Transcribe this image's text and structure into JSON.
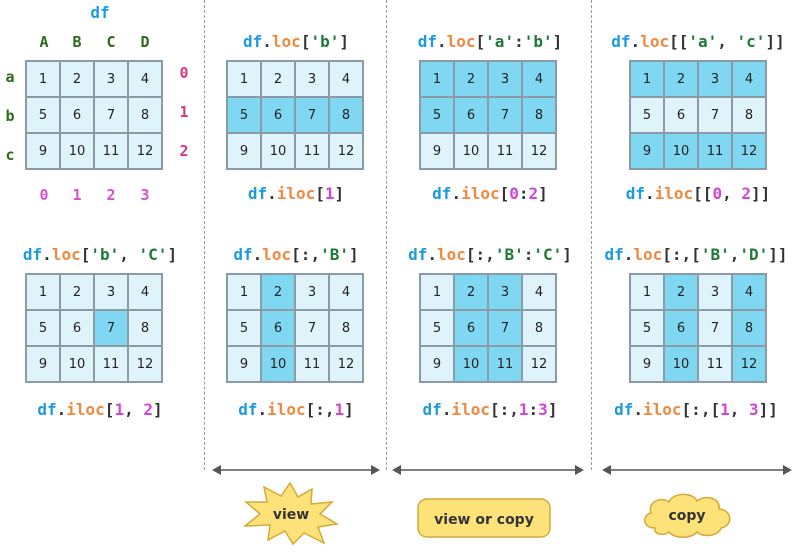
{
  "title": "df",
  "column_labels": [
    "A",
    "B",
    "C",
    "D"
  ],
  "row_labels": [
    "a",
    "b",
    "c"
  ],
  "row_positions": [
    "0",
    "1",
    "2"
  ],
  "column_positions": [
    "0",
    "1",
    "2",
    "3"
  ],
  "values": [
    [
      "1",
      "2",
      "3",
      "4"
    ],
    [
      "5",
      "6",
      "7",
      "8"
    ],
    [
      "9",
      "10",
      "11",
      "12"
    ]
  ],
  "panels": [
    {
      "id": "base",
      "highlight": [],
      "top": null,
      "bottom": null
    },
    {
      "id": "loc-b",
      "highlight": [
        [
          1,
          0
        ],
        [
          1,
          1
        ],
        [
          1,
          2
        ],
        [
          1,
          3
        ]
      ],
      "top": [
        [
          "kw",
          "df"
        ],
        [
          "pun",
          "."
        ],
        [
          "mth",
          "loc"
        ],
        [
          "pun",
          "["
        ],
        [
          "str",
          "'b'"
        ],
        [
          "pun",
          "]"
        ]
      ],
      "bottom": [
        [
          "kw",
          "df"
        ],
        [
          "pun",
          "."
        ],
        [
          "mth",
          "iloc"
        ],
        [
          "pun",
          "["
        ],
        [
          "num",
          "1"
        ],
        [
          "pun",
          "]"
        ]
      ]
    },
    {
      "id": "loc-a-b",
      "highlight": [
        [
          0,
          0
        ],
        [
          0,
          1
        ],
        [
          0,
          2
        ],
        [
          0,
          3
        ],
        [
          1,
          0
        ],
        [
          1,
          1
        ],
        [
          1,
          2
        ],
        [
          1,
          3
        ]
      ],
      "top": [
        [
          "kw",
          "df"
        ],
        [
          "pun",
          "."
        ],
        [
          "mth",
          "loc"
        ],
        [
          "pun",
          "["
        ],
        [
          "str",
          "'a'"
        ],
        [
          "pun",
          ":"
        ],
        [
          "str",
          "'b'"
        ],
        [
          "pun",
          "]"
        ]
      ],
      "bottom": [
        [
          "kw",
          "df"
        ],
        [
          "pun",
          "."
        ],
        [
          "mth",
          "iloc"
        ],
        [
          "pun",
          "["
        ],
        [
          "num",
          "0"
        ],
        [
          "pun",
          ":"
        ],
        [
          "num",
          "2"
        ],
        [
          "pun",
          "]"
        ]
      ]
    },
    {
      "id": "loc-list-ac",
      "highlight": [
        [
          0,
          0
        ],
        [
          0,
          1
        ],
        [
          0,
          2
        ],
        [
          0,
          3
        ],
        [
          2,
          0
        ],
        [
          2,
          1
        ],
        [
          2,
          2
        ],
        [
          2,
          3
        ]
      ],
      "top": [
        [
          "kw",
          "df"
        ],
        [
          "pun",
          "."
        ],
        [
          "mth",
          "loc"
        ],
        [
          "pun",
          "[["
        ],
        [
          "str",
          "'a'"
        ],
        [
          "pun",
          ", "
        ],
        [
          "str",
          "'c'"
        ],
        [
          "pun",
          "]]"
        ]
      ],
      "bottom": [
        [
          "kw",
          "df"
        ],
        [
          "pun",
          "."
        ],
        [
          "mth",
          "iloc"
        ],
        [
          "pun",
          "[["
        ],
        [
          "num",
          "0"
        ],
        [
          "pun",
          ", "
        ],
        [
          "num",
          "2"
        ],
        [
          "pun",
          "]]"
        ]
      ]
    },
    {
      "id": "loc-b-C",
      "highlight": [
        [
          1,
          2
        ]
      ],
      "top": [
        [
          "kw",
          "df"
        ],
        [
          "pun",
          "."
        ],
        [
          "mth",
          "loc"
        ],
        [
          "pun",
          "["
        ],
        [
          "str",
          "'b'"
        ],
        [
          "pun",
          ", "
        ],
        [
          "str",
          "'C'"
        ],
        [
          "pun",
          "]"
        ]
      ],
      "bottom": [
        [
          "kw",
          "df"
        ],
        [
          "pun",
          "."
        ],
        [
          "mth",
          "iloc"
        ],
        [
          "pun",
          "["
        ],
        [
          "num",
          "1"
        ],
        [
          "pun",
          ", "
        ],
        [
          "num",
          "2"
        ],
        [
          "pun",
          "]"
        ]
      ]
    },
    {
      "id": "loc-col-B",
      "highlight": [
        [
          0,
          1
        ],
        [
          1,
          1
        ],
        [
          2,
          1
        ]
      ],
      "top": [
        [
          "kw",
          "df"
        ],
        [
          "pun",
          "."
        ],
        [
          "mth",
          "loc"
        ],
        [
          "pun",
          "[:,"
        ],
        [
          "str",
          "'B'"
        ],
        [
          "pun",
          "]"
        ]
      ],
      "bottom": [
        [
          "kw",
          "df"
        ],
        [
          "pun",
          "."
        ],
        [
          "mth",
          "iloc"
        ],
        [
          "pun",
          "[:,"
        ],
        [
          "num",
          "1"
        ],
        [
          "pun",
          "]"
        ]
      ]
    },
    {
      "id": "loc-col-B-C",
      "highlight": [
        [
          0,
          1
        ],
        [
          1,
          1
        ],
        [
          2,
          1
        ],
        [
          0,
          2
        ],
        [
          1,
          2
        ],
        [
          2,
          2
        ]
      ],
      "top": [
        [
          "kw",
          "df"
        ],
        [
          "pun",
          "."
        ],
        [
          "mth",
          "loc"
        ],
        [
          "pun",
          "[:,"
        ],
        [
          "str",
          "'B'"
        ],
        [
          "pun",
          ":"
        ],
        [
          "str",
          "'C'"
        ],
        [
          "pun",
          "]"
        ]
      ],
      "bottom": [
        [
          "kw",
          "df"
        ],
        [
          "pun",
          "."
        ],
        [
          "mth",
          "iloc"
        ],
        [
          "pun",
          "[:,"
        ],
        [
          "num",
          "1"
        ],
        [
          "pun",
          ":"
        ],
        [
          "num",
          "3"
        ],
        [
          "pun",
          "]"
        ]
      ]
    },
    {
      "id": "loc-col-list-BD",
      "highlight": [
        [
          0,
          1
        ],
        [
          1,
          1
        ],
        [
          2,
          1
        ],
        [
          0,
          3
        ],
        [
          1,
          3
        ],
        [
          2,
          3
        ]
      ],
      "top": [
        [
          "kw",
          "df"
        ],
        [
          "pun",
          "."
        ],
        [
          "mth",
          "loc"
        ],
        [
          "pun",
          "[:,["
        ],
        [
          "str",
          "'B'"
        ],
        [
          "pun",
          ","
        ],
        [
          "str",
          "'D'"
        ],
        [
          "pun",
          "]]"
        ]
      ],
      "bottom": [
        [
          "kw",
          "df"
        ],
        [
          "pun",
          "."
        ],
        [
          "mth",
          "iloc"
        ],
        [
          "pun",
          "[:,["
        ],
        [
          "num",
          "1"
        ],
        [
          "pun",
          ", "
        ],
        [
          "num",
          "3"
        ],
        [
          "pun",
          "]]"
        ]
      ]
    }
  ],
  "badges": {
    "view": "view",
    "view_or_copy": "view or copy",
    "copy": "copy"
  },
  "colors": {
    "cell": "#dff3fa",
    "highlight": "#7fd7f2",
    "badge": "#fde27a",
    "badge_border": "#d4a93a"
  }
}
